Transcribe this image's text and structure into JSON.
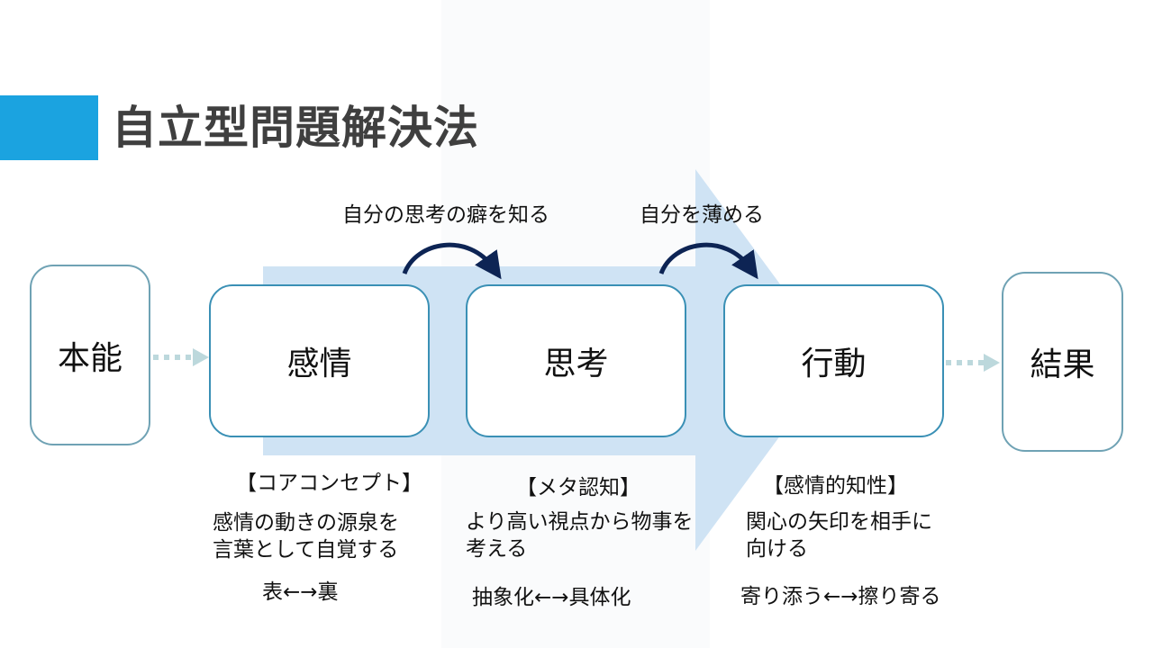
{
  "title": "自立型問題解決法",
  "colors": {
    "accent": "#1ba3e0",
    "arrow_fill": "#cfe3f4",
    "box_border": "#3a90b5",
    "curve_arrow": "#0d2454",
    "dotted_arrow": "#bcd8dc"
  },
  "boxes": {
    "instinct": "本能",
    "emotion": "感情",
    "thought": "思考",
    "action": "行動",
    "result": "結果"
  },
  "transitions": {
    "know_habits": "自分の思考の癖を知る",
    "dilute_self": "自分を薄める"
  },
  "columns": {
    "emotion": {
      "heading": "【コアコンセプト】",
      "desc_line1": "感情の動きの源泉を",
      "desc_line2": "言葉として自覚する",
      "contrast": "表←→裏"
    },
    "thought": {
      "heading": "【メタ認知】",
      "desc_line1": "より高い視点から物事を",
      "desc_line2": "考える",
      "contrast": "抽象化←→具体化"
    },
    "action": {
      "heading": "【感情的知性】",
      "desc_line1": "関心の矢印を相手に",
      "desc_line2": "向ける",
      "contrast": "寄り添う←→擦り寄る"
    }
  }
}
